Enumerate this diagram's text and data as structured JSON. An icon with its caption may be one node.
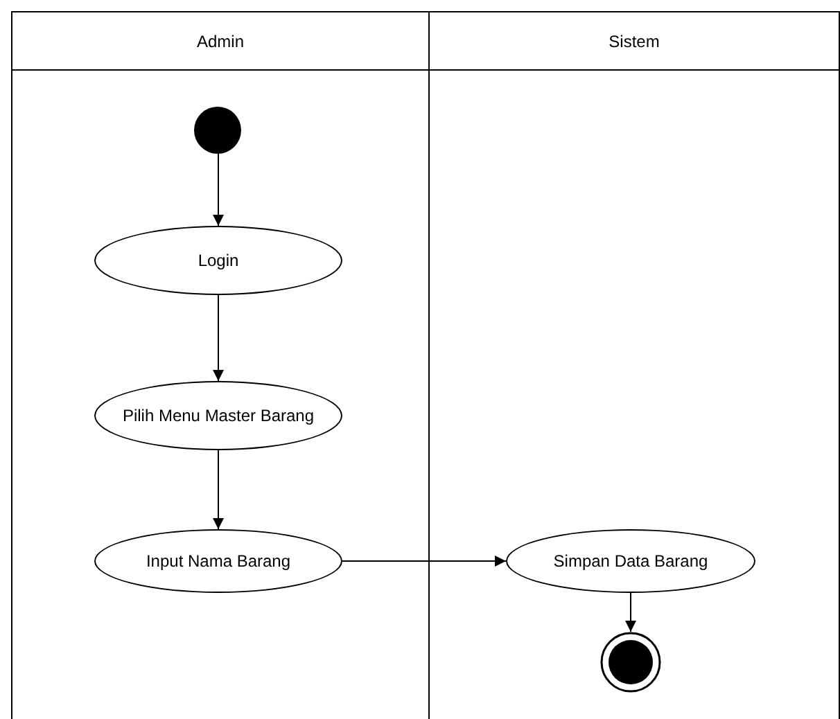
{
  "diagram": {
    "nodes": [
      {
        "text": [
          "Admin"
        ]
      },
      {
        "text": [
          "Sistem"
        ]
      },
      {
        "text": [],
        "shape": "circle",
        "in": 0
      },
      {
        "text": [
          "Login"
        ],
        "in": 0
      },
      {
        "text": [
          "Pilih Menu Master Barang"
        ],
        "in": 0
      },
      {
        "text": [
          "Input Nama Barang"
        ],
        "in": 0
      },
      {
        "text": [
          "Simpan Data Barang"
        ],
        "in": 1
      },
      {
        "text": [],
        "shape": "bullseye",
        "in": 1
      }
    ],
    "edges": [
      {
        "from": 2,
        "to": 3,
        "arrow": "to"
      },
      {
        "from": 3,
        "to": 4,
        "arrow": "to"
      },
      {
        "from": 4,
        "to": 5,
        "arrow": "to"
      },
      {
        "from": 5,
        "to": 6,
        "arrow": "to"
      },
      {
        "from": 6,
        "to": 7,
        "arrow": "to"
      }
    ]
  }
}
